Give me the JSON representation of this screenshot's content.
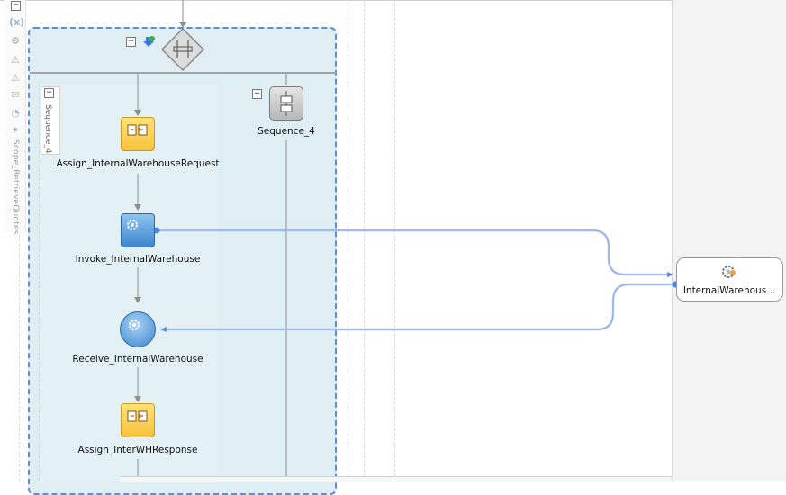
{
  "scope": {
    "name": "Scope_RetrieveQuotes"
  },
  "sequence_inner": {
    "name": "Sequence_4"
  },
  "activities": {
    "assign_request": {
      "label": "Assign_InternalWarehouseRequest",
      "icon": "assign-icon"
    },
    "invoke": {
      "label": "Invoke_InternalWarehouse",
      "icon": "gear-icon"
    },
    "receive": {
      "label": "Receive_InternalWarehouse",
      "icon": "gear-icon"
    },
    "assign_response": {
      "label": "Assign_InterWHResponse",
      "icon": "assign-icon"
    },
    "sequence_collapsed": {
      "label": "Sequence_4",
      "icon": "sequence-icon"
    }
  },
  "partner_link": {
    "label": "InternalWarehous...",
    "icon": "gear-icon"
  },
  "toolbar": {
    "collapse": "−",
    "expand": "+"
  },
  "colors": {
    "scope_border": "#5a8fd6",
    "scope_bg": "#deeef2",
    "wire": "#b9c9f2",
    "assign": "#f7c23c",
    "invoke": "#3d86cf"
  }
}
